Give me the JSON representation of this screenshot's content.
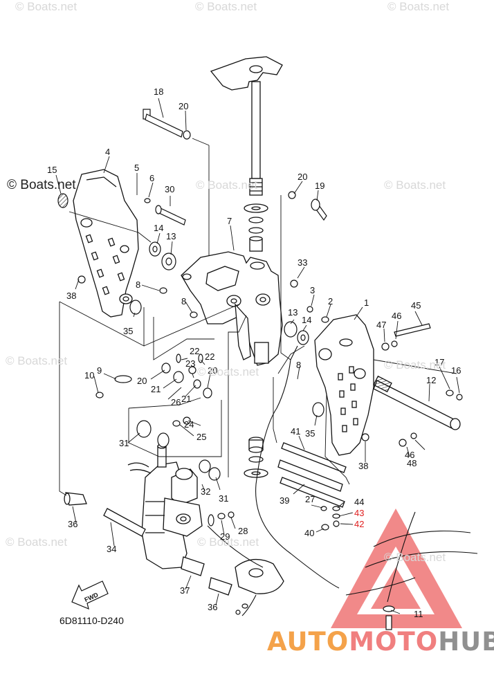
{
  "watermark": {
    "text": "© Boats.net"
  },
  "diagram_code": "6D81110-D240",
  "fwd_label": "FWD",
  "brand": {
    "part1": "AUTO",
    "part2": "MOTO",
    "part3": "HUB"
  },
  "callouts": [
    "1",
    "2",
    "3",
    "4",
    "5",
    "6",
    "7",
    "8",
    "8",
    "8",
    "9",
    "10",
    "11",
    "12",
    "13",
    "13",
    "14",
    "14",
    "15",
    "16",
    "17",
    "18",
    "19",
    "20",
    "20",
    "20",
    "20",
    "21",
    "21",
    "22",
    "22",
    "23",
    "24",
    "25",
    "26",
    "27",
    "28",
    "29",
    "30",
    "31",
    "31",
    "32",
    "33",
    "34",
    "35",
    "35",
    "36",
    "36",
    "37",
    "38",
    "38",
    "39",
    "40",
    "41",
    "42",
    "43",
    "44",
    "45",
    "46",
    "46",
    "47",
    "48"
  ],
  "callout_colors": {
    "42": "#e02020",
    "43": "#e02020",
    "default": "#111111"
  }
}
